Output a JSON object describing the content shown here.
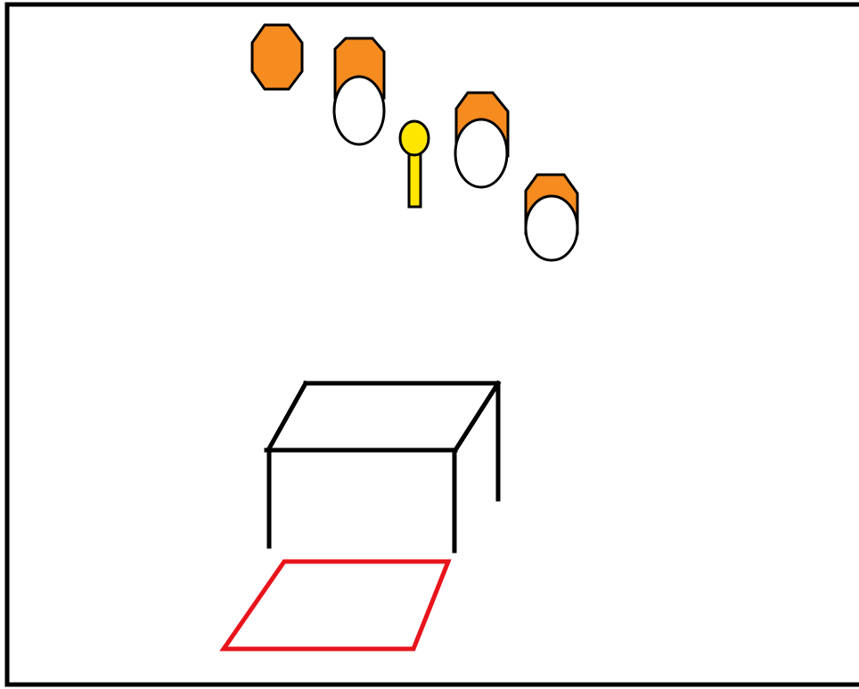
{
  "colors": {
    "background": "#ffffff",
    "frame": "#000000",
    "orange": "#f68b1f",
    "yellow": "#ffe600",
    "table": "#000000",
    "red_outline": "#e8141c"
  },
  "objects": [
    {
      "name": "orange-octagon",
      "kind": "solid orange octagon"
    },
    {
      "name": "shell-1",
      "kind": "white egg with orange cap"
    },
    {
      "name": "yellow-pin",
      "kind": "yellow pin"
    },
    {
      "name": "shell-2",
      "kind": "white egg with orange cap"
    },
    {
      "name": "shell-3",
      "kind": "white egg with orange cap"
    },
    {
      "name": "table",
      "kind": "black line-drawn table"
    },
    {
      "name": "red-mat",
      "kind": "red outlined parallelogram"
    }
  ]
}
